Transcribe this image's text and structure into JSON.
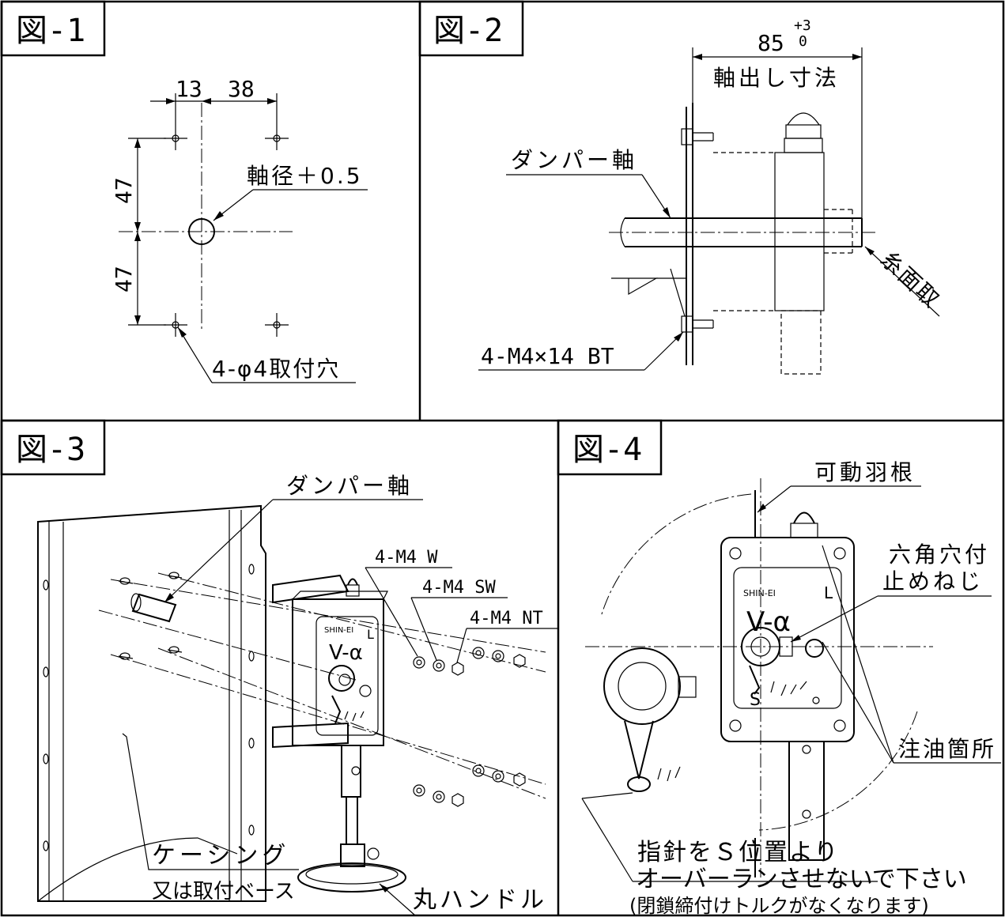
{
  "fig1": {
    "title": "図-1",
    "dim_13": "13",
    "dim_38": "38",
    "dim_47_top": "47",
    "dim_47_bottom": "47",
    "label_shaft_dia": "軸径＋0.5",
    "label_holes": "4-φ4取付穴"
  },
  "fig2": {
    "title": "図-2",
    "dim_85": "85",
    "tol_upper": "+3",
    "tol_lower": "0",
    "label_shaft_ext": "軸出し寸法",
    "label_damper_shaft": "ダンパー軸",
    "label_chamfer": "糸面取",
    "label_bolt": "4-M4×14 BT"
  },
  "fig3": {
    "title": "図-3",
    "label_damper_shaft": "ダンパー軸",
    "label_w": "4-M4 W",
    "label_sw": "4-M4 SW",
    "label_nt": "4-M4 NT",
    "label_casing": "ケーシング",
    "label_base": "又は取付ベース",
    "label_handle": "丸ハンドル",
    "device_brand": "SHIN-EI",
    "device_model": "V-α",
    "device_side": "L"
  },
  "fig4": {
    "title": "図-4",
    "label_vane": "可動羽根",
    "label_setscrew_1": "六角穴付",
    "label_setscrew_2": "止めねじ",
    "label_oil": "注油箇所",
    "note_1": "指針をＳ位置より",
    "note_2": "オーバーランさせないで下さい",
    "note_3": "(閉鎖締付けトルクがなくなります)",
    "device_brand": "SHIN-EI",
    "device_model": "V-α",
    "device_side": "L",
    "pointer_mark": "S"
  }
}
